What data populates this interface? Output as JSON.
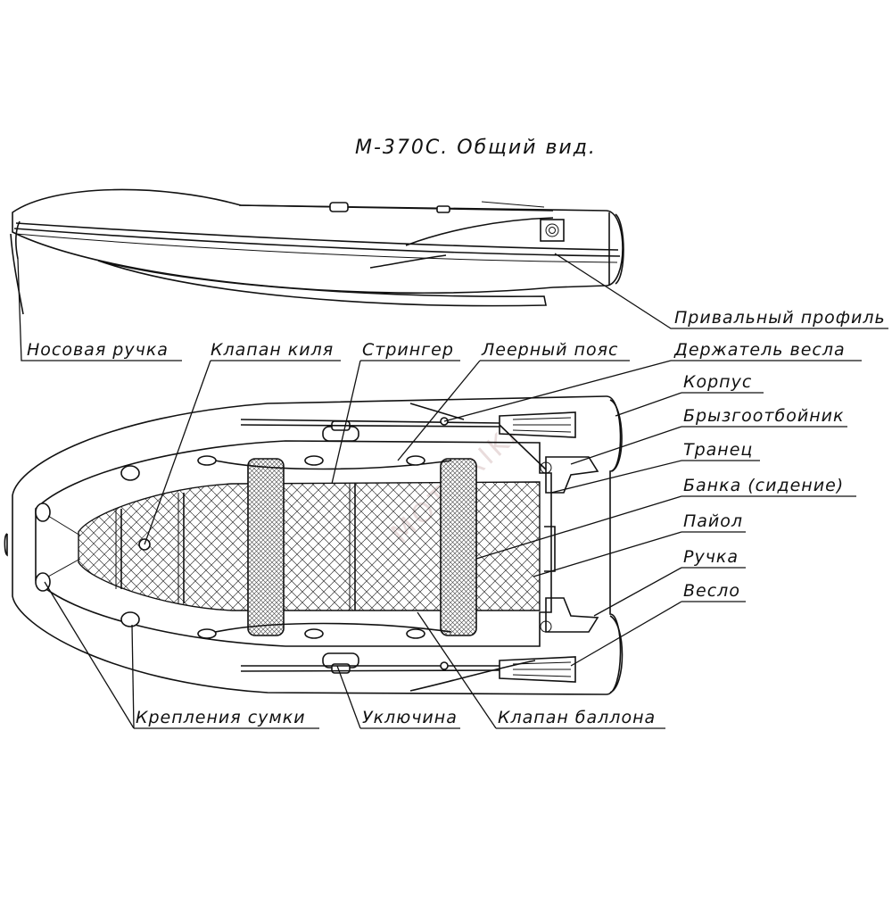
{
  "title": "М-370С. Общий вид.",
  "watermark": "MOTORIKA",
  "labels": {
    "rub_rail": "Привальный профиль",
    "bow_handle": "Носовая ручка",
    "keel_valve": "Клапан киля",
    "stringer": "Стрингер",
    "lifeline": "Леерный пояс",
    "oar_holder": "Держатель весла",
    "hull": "Корпус",
    "spray_guard": "Брызгоотбойник",
    "transom": "Транец",
    "bench": "Банка (сидение)",
    "floor": "Пайол",
    "handle": "Ручка",
    "oar": "Весло",
    "bag_mounts": "Крепления сумки",
    "oarlock": "Уключина",
    "tube_valve": "Клапан баллона"
  }
}
